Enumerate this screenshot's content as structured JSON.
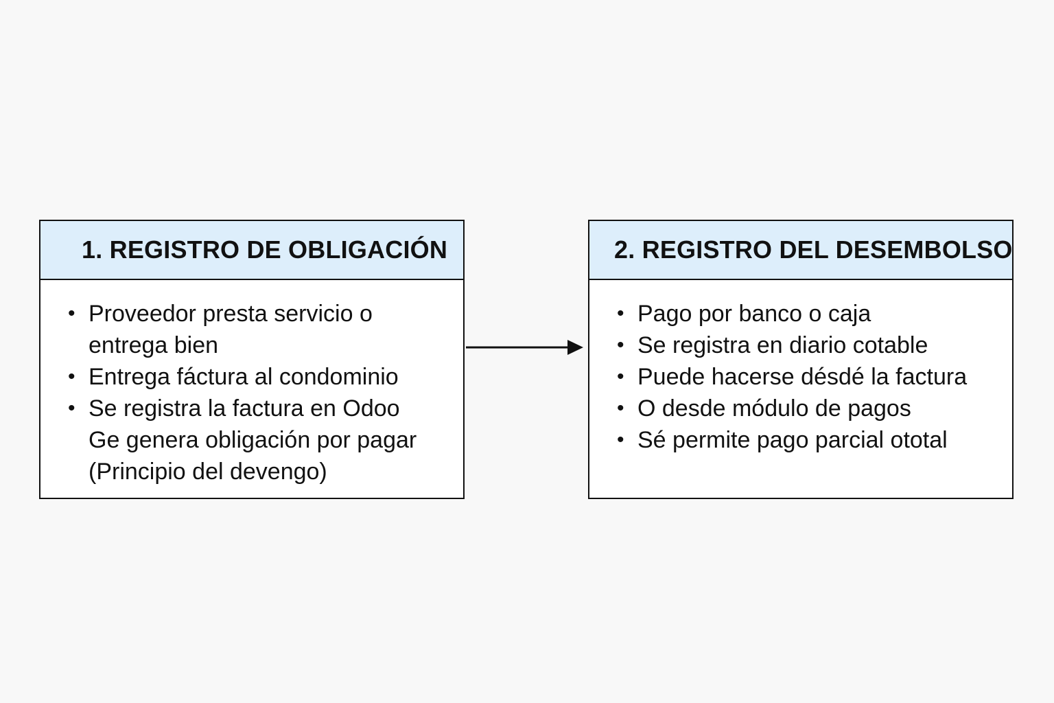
{
  "diagram": {
    "box1": {
      "title": "1. REGISTRO DE OBLIGACIÓN",
      "items": [
        {
          "lines": [
            "Proveedor presta servicio o",
            "entrega bien"
          ]
        },
        {
          "lines": [
            "Entrega fáctura al condominio"
          ]
        },
        {
          "lines": [
            "Se registra la factura en Odoo"
          ]
        }
      ],
      "extra_lines": [
        "Ge genera obligación por pagar",
        "(Principio del devengo)"
      ]
    },
    "box2": {
      "title": "2. REGISTRO DEL DESEMBOLSO",
      "items": [
        "Pago por banco o caja",
        "Se registra en diario cotable",
        "Puede hacerse désdé la factura",
        "O desde módulo de pagos",
        "Sé permite pago parcial ototal"
      ]
    },
    "colors": {
      "header_bg": "#ddeefb",
      "border": "#111111",
      "page_bg": "#f8f8f8"
    },
    "icons": {
      "bullet": "•",
      "arrow": "arrow-right-icon"
    }
  }
}
